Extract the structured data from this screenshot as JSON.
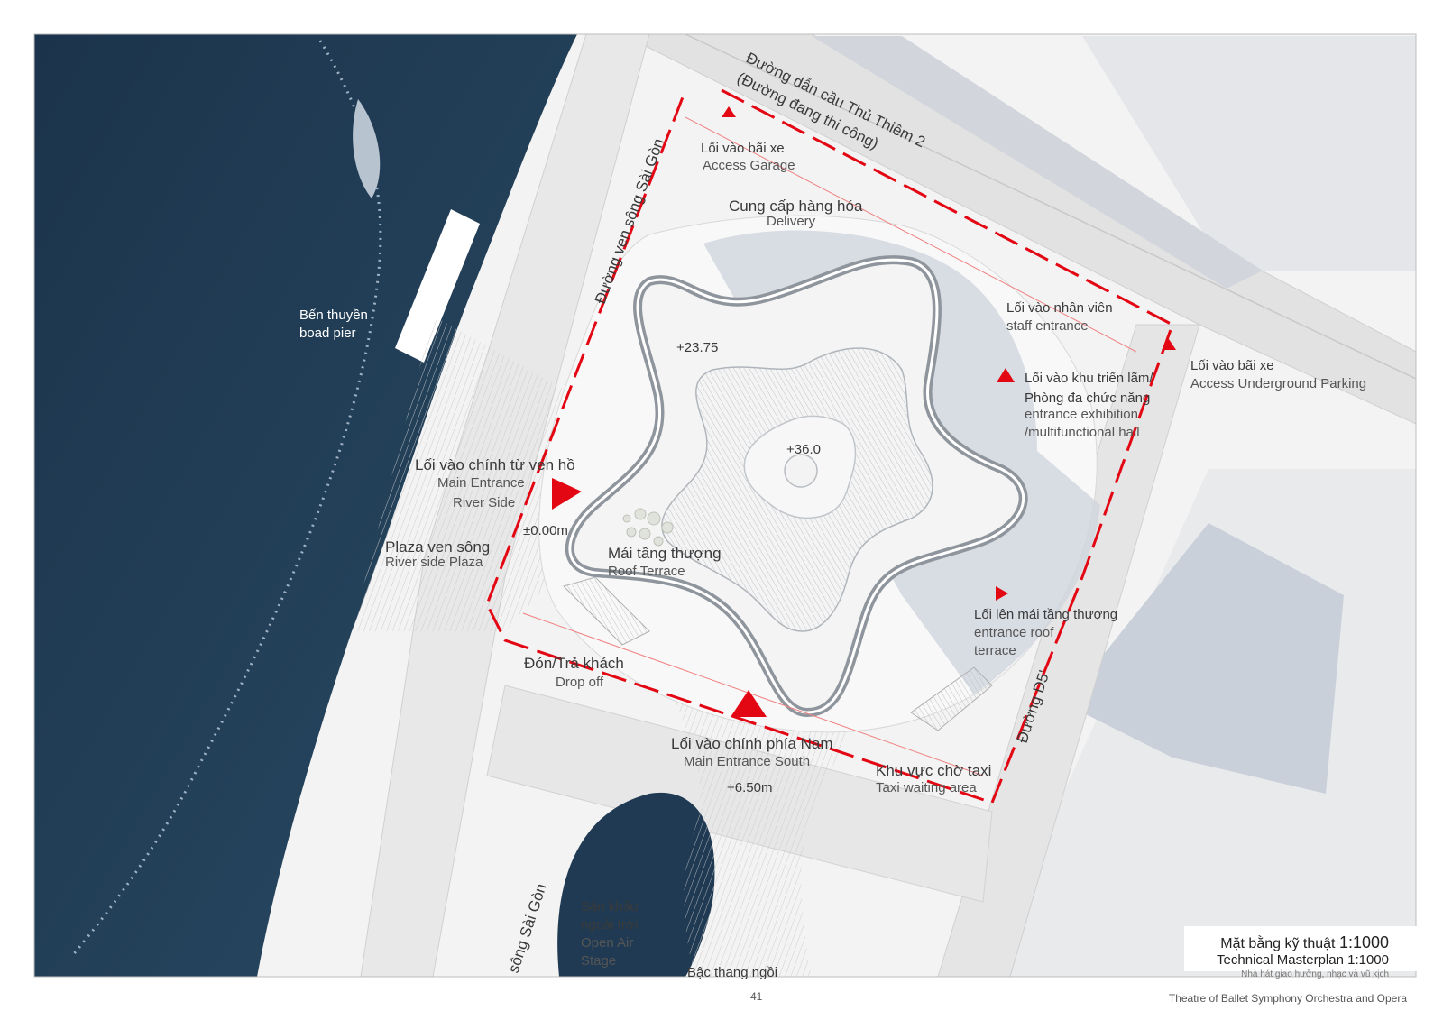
{
  "page_number": "41",
  "title": {
    "vn_prefix": "Mặt bằng kỹ thuật",
    "scale": "1:1000",
    "en": "Technical Masterplan 1:1000",
    "project_vn": "Nhà hát giao hưởng, nhạc và vũ kịch",
    "project_en": "Theatre of Ballet Symphony Orchestra and Opera"
  },
  "streets": {
    "bridge_vn": "Đường dẫn cầu Thủ Thiêm 2",
    "bridge_note": "(Đường đang thi công)",
    "river_road": "Đường ven sông Sài Gòn",
    "river_road_cut": "sông Sài Gòn",
    "d5": "Đường D5'"
  },
  "labels": {
    "pier_vn": "Bến thuyền",
    "pier_en": "boad pier",
    "garage_vn": "Lối vào bãi xe",
    "garage_en": "Access Garage",
    "delivery_vn": "Cung cấp hàng hóa",
    "delivery_en": "Delivery",
    "staff_vn": "Lối vào nhân viên",
    "staff_en": "staff entrance",
    "underground_vn": "Lối vào bãi xe",
    "underground_en": "Access Underground Parking",
    "exhibit_vn1": "Lối vào khu triển lãm/",
    "exhibit_vn2": "Phòng đa chức năng",
    "exhibit_en1": "entrance exhibition",
    "exhibit_en2": "/multifunctional hall",
    "main_river_vn": "Lối vào chính từ ven hồ",
    "main_river_en1": "Main Entrance",
    "main_river_en2": "River Side",
    "plaza_vn": "Plaza ven sông",
    "plaza_en": "River side Plaza",
    "roof_vn": "Mái tầng thượng",
    "roof_en": "Roof Terrace",
    "roof_access_vn": "Lối lên mái tầng thượng",
    "roof_access_en1": "entrance roof",
    "roof_access_en2": "terrace",
    "dropoff_vn": "Đón/Trả khách",
    "dropoff_en": "Drop off",
    "main_south_vn": "Lối vào chính phía Nam",
    "main_south_en": "Main Entrance South",
    "taxi_vn": "Khu vực chờ taxi",
    "taxi_en": "Taxi waiting area",
    "stage_vn1": "Sân khấu",
    "stage_vn2": "ngoài trời",
    "stage_en1": "Open Air",
    "stage_en2": "Stage",
    "steps_vn": "Bậc thang ngồi"
  },
  "elevations": {
    "roof_ring": "+23.75",
    "top": "+36.0",
    "ground": "±0.00m",
    "south": "+6.50m"
  },
  "colors": {
    "water": "#1f3a52",
    "ground": "#f2f2f2",
    "road": "#e6e6e6",
    "building": "#d9dde2",
    "shadow": "#c5ccd6",
    "boundary": "#e30613"
  }
}
